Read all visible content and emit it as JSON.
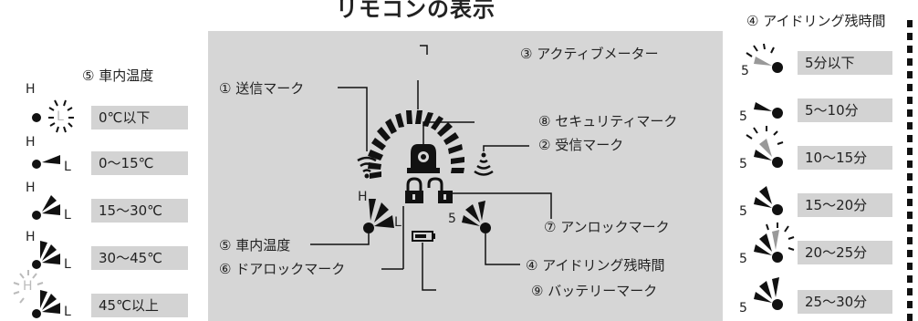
{
  "title": "リモコンの表示",
  "left": {
    "header": "⑤ 車内温度",
    "H": "H",
    "L": "L",
    "rows": [
      "0℃以下",
      "0～15℃",
      "15～30℃",
      "30～45℃",
      "45℃以上"
    ]
  },
  "right": {
    "header": "④ アイドリング残時間",
    "five": "5",
    "rows": [
      "5分以下",
      "5～10分",
      "10～15分",
      "15～20分",
      "20～25分",
      "25～30分"
    ]
  },
  "center": {
    "labels": {
      "send": "① 送信マーク",
      "recv": "② 受信マーク",
      "active": "③ アクティブメーター",
      "idle": "④ アイドリング残時間",
      "temp": "⑤ 車内温度",
      "doorlock": "⑥ ドアロックマーク",
      "unlock": "⑦ アンロックマーク",
      "security": "⑧ セキュリティマーク",
      "battery": "⑨ バッテリーマーク"
    },
    "H": "H",
    "L": "L",
    "five": "5"
  }
}
